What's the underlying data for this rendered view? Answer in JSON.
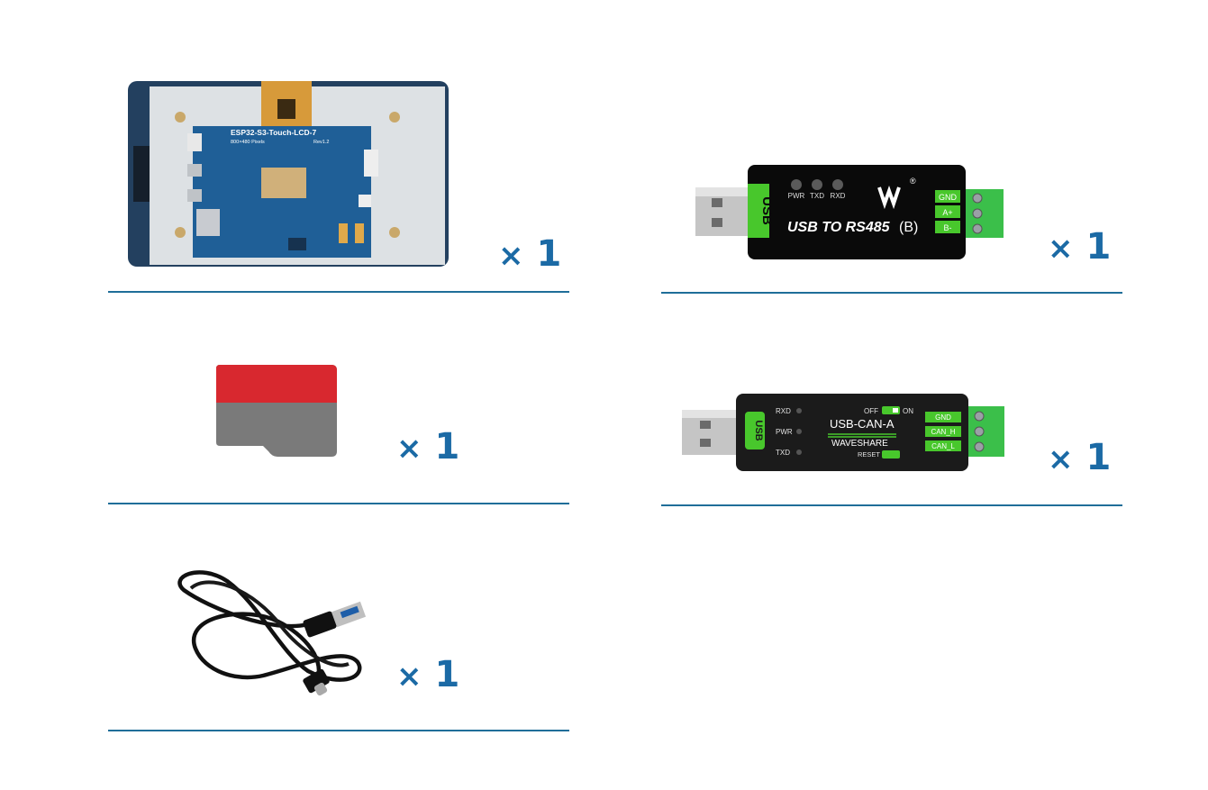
{
  "items": [
    {
      "id": "lcd-board",
      "product_label": "ESP32-S3-Touch-LCD-7",
      "sub_label": "800×480 Pixels",
      "rev_label": "Rev1.2",
      "quantity": "1",
      "multiplier": "×"
    },
    {
      "id": "usb-rs485",
      "product_label": "USB TO RS485",
      "variant": "(B)",
      "usb_label": "USB",
      "leds": [
        "PWR",
        "TXD",
        "RXD"
      ],
      "terminals": [
        "GND",
        "A+",
        "B-"
      ],
      "quantity": "1",
      "multiplier": "×"
    },
    {
      "id": "microsd-card",
      "quantity": "1",
      "multiplier": "×"
    },
    {
      "id": "usb-can-a",
      "product_label": "USB-CAN-A",
      "brand": "WAVESHARE",
      "usb_label": "USB",
      "leds": [
        "RXD",
        "PWR",
        "TXD"
      ],
      "switch_off": "OFF",
      "switch_on": "ON",
      "reset_label": "RESET",
      "terminals": [
        "GND",
        "CAN_H",
        "CAN_L"
      ],
      "quantity": "1",
      "multiplier": "×"
    },
    {
      "id": "usb-c-cable",
      "quantity": "1",
      "multiplier": "×"
    }
  ],
  "colors": {
    "rule": "#1f6e99",
    "quantity_text": "#1b6aa5",
    "accent_green": "#5cd02f"
  }
}
